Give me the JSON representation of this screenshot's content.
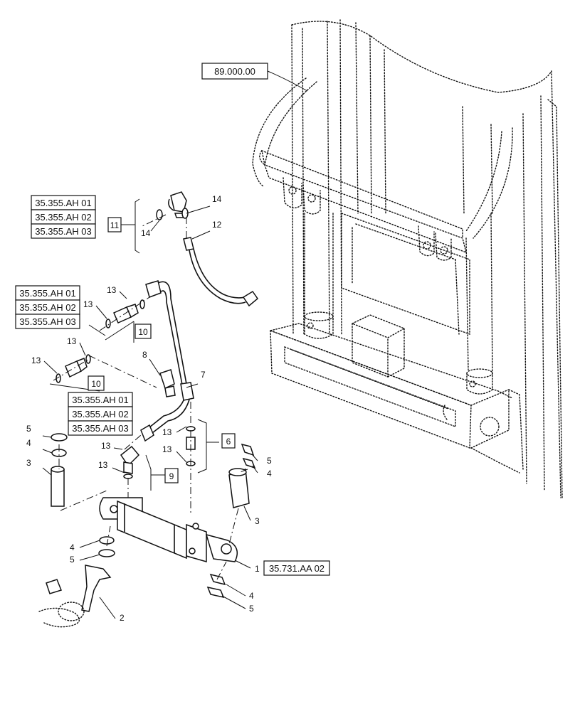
{
  "references": {
    "frame": "89.000.00",
    "cylinder": "35.731.AA 02",
    "group_11": [
      "35.355.AH 01",
      "35.355.AH 02",
      "35.355.AH 03"
    ],
    "group_10_upper": [
      "35.355.AH 01",
      "35.355.AH 02",
      "35.355.AH 03"
    ],
    "group_10_lower": [
      "35.355.AH 01",
      "35.355.AH 02",
      "35.355.AH 03"
    ]
  },
  "groups": {
    "g11": "11",
    "g10a": "10",
    "g10b": "10",
    "g9": "9",
    "g6": "6"
  },
  "callouts": {
    "c1": "1",
    "c2": "2",
    "c3_left": "3",
    "c3_right": "3",
    "c4_left_top": "4",
    "c4_left_bot": "4",
    "c4_right_top": "4",
    "c4_right_bot": "4",
    "c5_left_top": "5",
    "c5_left_bot": "5",
    "c5_right_top": "5",
    "c5_right_bot": "5",
    "c7": "7",
    "c8": "8",
    "c12": "12",
    "c14_top": "14",
    "c14_mid": "14",
    "c13_a": "13",
    "c13_b": "13",
    "c13_c": "13",
    "c13_d": "13",
    "c13_e": "13",
    "c13_f": "13",
    "c13_g": "13",
    "c13_h": "13"
  }
}
